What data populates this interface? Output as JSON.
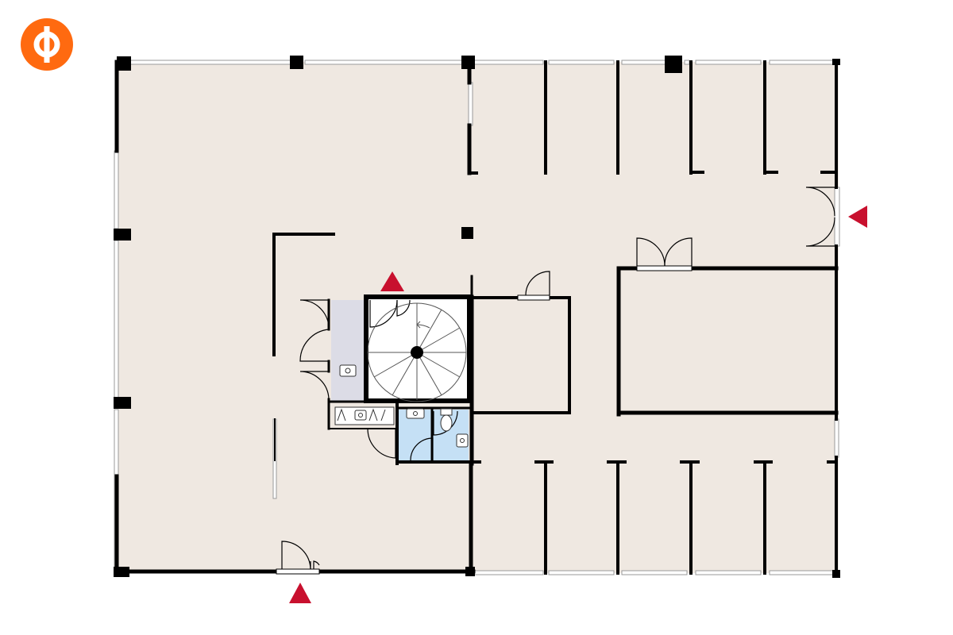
{
  "logo": {
    "name": "op-logo-icon",
    "color": "#ff6a10"
  },
  "colors": {
    "floor": "#efe8e1",
    "wall": "#000000",
    "window": "#ffffff",
    "storage": "#dcdce6",
    "restroom": "#c5e0f5",
    "entrance_marker": "#c8102e"
  },
  "entrances": [
    {
      "name": "entrance-marker-main",
      "direction": "up"
    },
    {
      "name": "entrance-marker-east",
      "direction": "left"
    },
    {
      "name": "entrance-marker-stair",
      "direction": "up"
    }
  ]
}
